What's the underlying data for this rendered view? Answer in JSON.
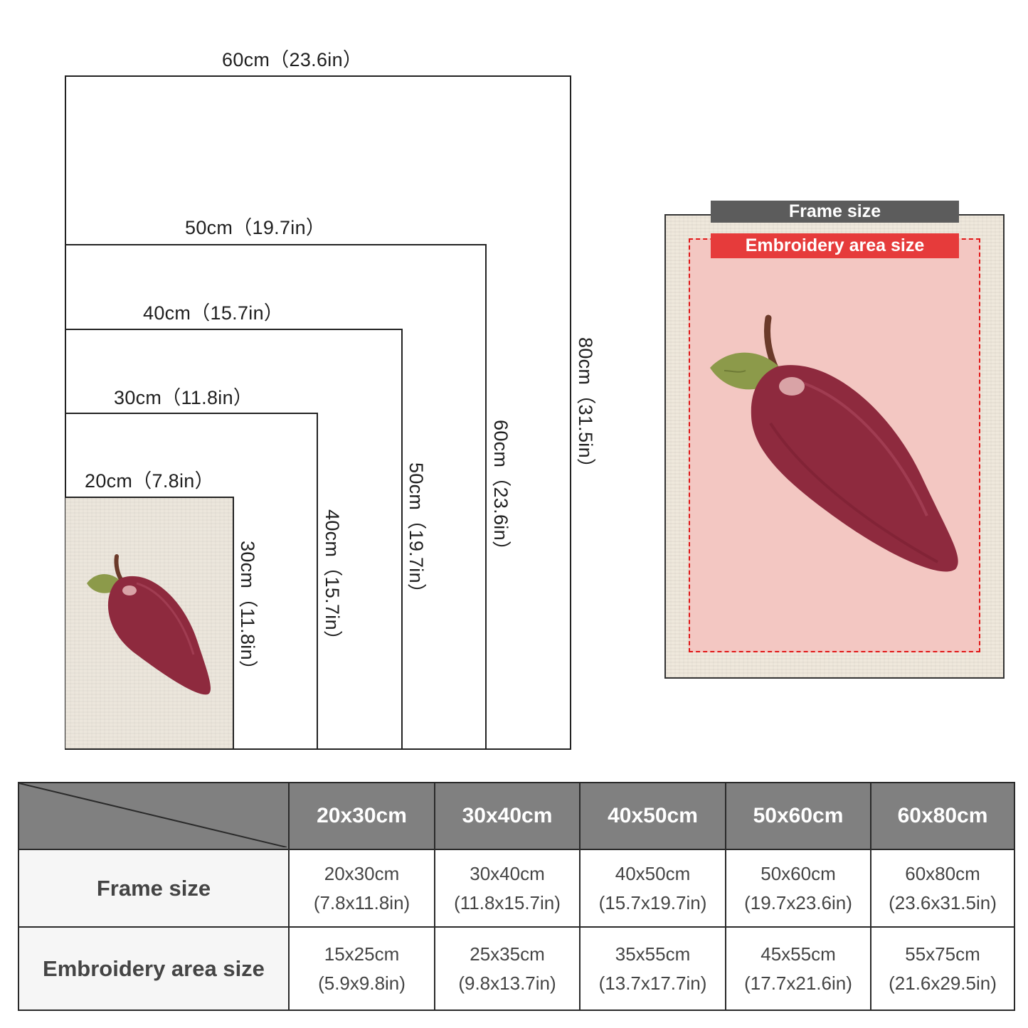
{
  "diagram": {
    "sizes": [
      {
        "width_label": "20cm（7.8in）",
        "height_label": "30cm（11.8in）"
      },
      {
        "width_label": "30cm（11.8in）",
        "height_label": "40cm（15.7in）"
      },
      {
        "width_label": "40cm（15.7in）",
        "height_label": "50cm（19.7in）"
      },
      {
        "width_label": "50cm（19.7in）",
        "height_label": "60cm（23.6in）"
      },
      {
        "width_label": "60cm（23.6in）",
        "height_label": "80cm（31.5in）"
      }
    ]
  },
  "legend": {
    "frame_size_label": "Frame size",
    "embroidery_area_label": "Embroidery area size"
  },
  "colors": {
    "frame_tag": "#5c5c5c",
    "embroidery_tag": "#e63b3b",
    "embroidery_area": "#f3c7c2",
    "pepper": "#8e2a3e",
    "leaf": "#8c9a4a",
    "header_bg": "#808080"
  },
  "table": {
    "columns": [
      "20x30cm",
      "30x40cm",
      "40x50cm",
      "50x60cm",
      "60x80cm"
    ],
    "rows": [
      {
        "label": "Frame size",
        "cells": [
          {
            "cm": "20x30cm",
            "in": "(7.8x11.8in)"
          },
          {
            "cm": "30x40cm",
            "in": "(11.8x15.7in)"
          },
          {
            "cm": "40x50cm",
            "in": "(15.7x19.7in)"
          },
          {
            "cm": "50x60cm",
            "in": "(19.7x23.6in)"
          },
          {
            "cm": "60x80cm",
            "in": "(23.6x31.5in)"
          }
        ]
      },
      {
        "label": "Embroidery area size",
        "cells": [
          {
            "cm": "15x25cm",
            "in": "(5.9x9.8in)"
          },
          {
            "cm": "25x35cm",
            "in": "(9.8x13.7in)"
          },
          {
            "cm": "35x55cm",
            "in": "(13.7x17.7in)"
          },
          {
            "cm": "45x55cm",
            "in": "(17.7x21.6in)"
          },
          {
            "cm": "55x75cm",
            "in": "(21.6x29.5in)"
          }
        ]
      }
    ]
  }
}
